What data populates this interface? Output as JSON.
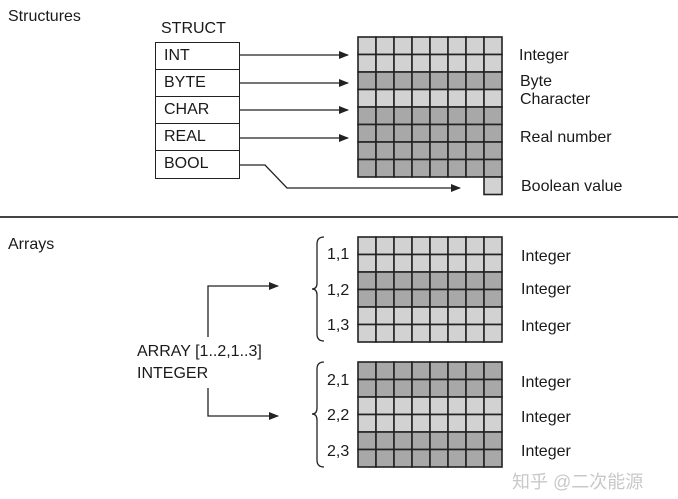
{
  "structures": {
    "title": "Structures",
    "struct_label": "STRUCT",
    "fields": [
      "INT",
      "BYTE",
      "CHAR",
      "REAL",
      "BOOL"
    ],
    "grid": {
      "columns": 8,
      "rows": [
        "light",
        "light",
        "dark",
        "light",
        "dark",
        "dark",
        "dark",
        "dark"
      ],
      "extra_cell": "light"
    },
    "type_labels": [
      "Integer",
      "Byte",
      "Character",
      "Real number",
      "Boolean value"
    ]
  },
  "arrays": {
    "title": "Arrays",
    "declaration_line1": "ARRAY [1..2,1..3]",
    "declaration_line2": "INTEGER",
    "blocks": [
      {
        "indices": [
          "1,1",
          "1,2",
          "1,3"
        ],
        "rows": [
          "light",
          "light",
          "dark",
          "dark",
          "light",
          "light"
        ],
        "type_labels": [
          "Integer",
          "Integer",
          "Integer"
        ]
      },
      {
        "indices": [
          "2,1",
          "2,2",
          "2,3"
        ],
        "rows": [
          "dark",
          "dark",
          "light",
          "light",
          "dark",
          "dark"
        ],
        "type_labels": [
          "Integer",
          "Integer",
          "Integer"
        ]
      }
    ]
  },
  "colors": {
    "light": "#d2d2d2",
    "dark": "#a8a8a8",
    "line": "#222222"
  },
  "watermark": "知乎 @二次能源"
}
